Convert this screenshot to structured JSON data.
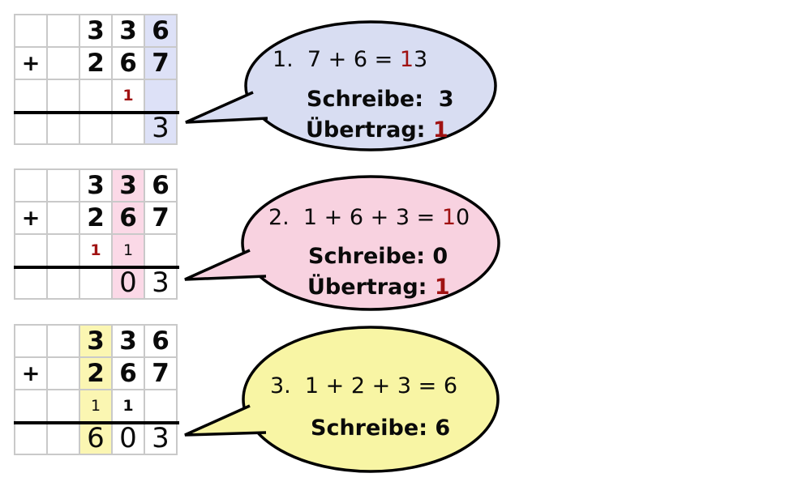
{
  "palette": {
    "red": "#a01212",
    "ink": "#0a0a0a",
    "grid_line": "#c9c9c9"
  },
  "steps": [
    {
      "name": "step-1-ones",
      "grid": {
        "cols": 5,
        "rows": 4,
        "highlight_col": 4,
        "highlight_fill": "#dde1f7",
        "cells": [
          {
            "r": 0,
            "c": 2,
            "v": "3",
            "k": "op"
          },
          {
            "r": 0,
            "c": 3,
            "v": "3",
            "k": "op"
          },
          {
            "r": 0,
            "c": 4,
            "v": "6",
            "k": "op"
          },
          {
            "r": 1,
            "c": 0,
            "v": "+",
            "k": "plus"
          },
          {
            "r": 1,
            "c": 2,
            "v": "2",
            "k": "op"
          },
          {
            "r": 1,
            "c": 3,
            "v": "6",
            "k": "op"
          },
          {
            "r": 1,
            "c": 4,
            "v": "7",
            "k": "op"
          },
          {
            "r": 2,
            "c": 3,
            "v": "1",
            "k": "carry-red"
          },
          {
            "r": 3,
            "c": 4,
            "v": "3",
            "k": "result"
          }
        ]
      },
      "bubble": {
        "fill": "#d8ddf2",
        "lines": [
          {
            "cls": "eq",
            "parts": [
              {
                "t": "1.  7 + 6 = "
              },
              {
                "t": "1",
                "red": true
              },
              {
                "t": "3"
              }
            ]
          },
          {
            "cls": "strong",
            "parts": [
              {
                "t": "Schreibe:  3"
              }
            ]
          },
          {
            "cls": "strong",
            "parts": [
              {
                "t": "Übertrag: "
              },
              {
                "t": "1",
                "red": true
              }
            ]
          }
        ]
      }
    },
    {
      "name": "step-2-tens",
      "grid": {
        "cols": 5,
        "rows": 4,
        "highlight_col": 3,
        "highlight_fill": "#fbd9e7",
        "cells": [
          {
            "r": 0,
            "c": 2,
            "v": "3",
            "k": "op"
          },
          {
            "r": 0,
            "c": 3,
            "v": "3",
            "k": "op"
          },
          {
            "r": 0,
            "c": 4,
            "v": "6",
            "k": "op"
          },
          {
            "r": 1,
            "c": 0,
            "v": "+",
            "k": "plus"
          },
          {
            "r": 1,
            "c": 2,
            "v": "2",
            "k": "op"
          },
          {
            "r": 1,
            "c": 3,
            "v": "6",
            "k": "op"
          },
          {
            "r": 1,
            "c": 4,
            "v": "7",
            "k": "op"
          },
          {
            "r": 2,
            "c": 2,
            "v": "1",
            "k": "carry-red"
          },
          {
            "r": 2,
            "c": 3,
            "v": "1",
            "k": "carry"
          },
          {
            "r": 3,
            "c": 3,
            "v": "0",
            "k": "result"
          },
          {
            "r": 3,
            "c": 4,
            "v": "3",
            "k": "result"
          }
        ]
      },
      "bubble": {
        "fill": "#f8d2e0",
        "lines": [
          {
            "cls": "eq",
            "parts": [
              {
                "t": "2.  1 + 6 + 3 = "
              },
              {
                "t": "1",
                "red": true
              },
              {
                "t": "0"
              }
            ]
          },
          {
            "cls": "strong",
            "parts": [
              {
                "t": "Schreibe: 0"
              }
            ]
          },
          {
            "cls": "strong",
            "parts": [
              {
                "t": "Übertrag: "
              },
              {
                "t": "1",
                "red": true
              }
            ]
          }
        ]
      }
    },
    {
      "name": "step-3-hundreds",
      "grid": {
        "cols": 5,
        "rows": 4,
        "highlight_col": 2,
        "highlight_fill": "#fbf6b2",
        "cells": [
          {
            "r": 0,
            "c": 2,
            "v": "3",
            "k": "op"
          },
          {
            "r": 0,
            "c": 3,
            "v": "3",
            "k": "op"
          },
          {
            "r": 0,
            "c": 4,
            "v": "6",
            "k": "op"
          },
          {
            "r": 1,
            "c": 0,
            "v": "+",
            "k": "plus"
          },
          {
            "r": 1,
            "c": 2,
            "v": "2",
            "k": "op"
          },
          {
            "r": 1,
            "c": 3,
            "v": "6",
            "k": "op"
          },
          {
            "r": 1,
            "c": 4,
            "v": "7",
            "k": "op"
          },
          {
            "r": 2,
            "c": 2,
            "v": "1",
            "k": "carry"
          },
          {
            "r": 2,
            "c": 3,
            "v": "1",
            "k": "carry-b"
          },
          {
            "r": 3,
            "c": 2,
            "v": "6",
            "k": "result"
          },
          {
            "r": 3,
            "c": 3,
            "v": "0",
            "k": "result"
          },
          {
            "r": 3,
            "c": 4,
            "v": "3",
            "k": "result"
          }
        ]
      },
      "bubble": {
        "fill": "#f8f5a4",
        "lines": [
          {
            "cls": "eq",
            "parts": [
              {
                "t": "3.  1 + 2 + 3 = 6"
              }
            ]
          },
          {
            "cls": "strong",
            "parts": [
              {
                "t": "Schreibe: 6"
              }
            ]
          }
        ]
      }
    }
  ]
}
